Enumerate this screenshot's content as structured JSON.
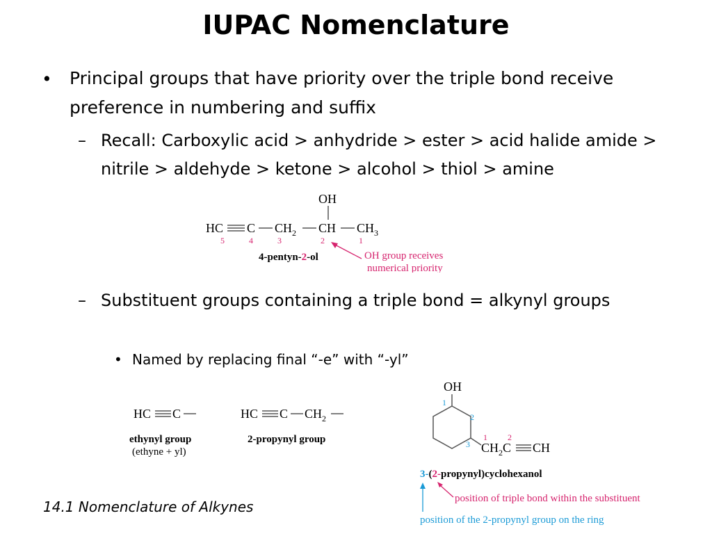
{
  "slide": {
    "title": "IUPAC Nomenclature",
    "bullet_l1": "Principal groups that have priority over the triple bond receive preference in numbering and suffix",
    "bullet_l2_recall": "Recall: Carboxylic acid > anhydride > ester > acid halide amide > nitrile > aldehyde > ketone > alcohol > thiol > amine",
    "bullet_l2_substituent": "Substituent groups containing a triple bond = alkynyl groups",
    "bullet_l3_named": "Named by replacing final “-e” with “-yl”",
    "footer": "14.1 Nomenclature of Alkynes"
  },
  "pentynol": {
    "oh": "OH",
    "hc": "HC",
    "c": "C",
    "ch2": "CH",
    "ch2_sub": "2",
    "ch": "CH",
    "ch3": "CH",
    "ch3_sub": "3",
    "num5": "5",
    "num4": "4",
    "num3": "3",
    "num2": "2",
    "num1": "1",
    "name_a": "4-pentyn-",
    "name_b": "2",
    "name_c": "-ol",
    "note_line1": "OH group receives",
    "note_line2": "numerical priority"
  },
  "ethynyl": {
    "formula_hc": "HC",
    "formula_c": "C",
    "name": "ethynyl group",
    "origin": "(ethyne + yl)"
  },
  "propynyl": {
    "formula_hc": "HC",
    "formula_c": "C",
    "formula_ch": "CH",
    "formula_sub": "2",
    "name": "2-propynyl group"
  },
  "cyclohexanol": {
    "oh": "OH",
    "ring1": "1",
    "ring2": "2",
    "ring3": "3",
    "sub1": "1",
    "sub2": "2",
    "ch2c": "CH",
    "ch2c_sub": "2",
    "ch2c_c": "C",
    "ch": "CH",
    "name_a": "3-",
    "name_b": "(",
    "name_c": "2-",
    "name_d": "propynyl)cyclohexanol",
    "note_pink": "position of triple bond within the substituent",
    "note_blue": "position of the 2-propynyl group on the ring"
  },
  "colors": {
    "pink": "#d6246e",
    "blue": "#1a9ad6",
    "bond": "#555555"
  }
}
